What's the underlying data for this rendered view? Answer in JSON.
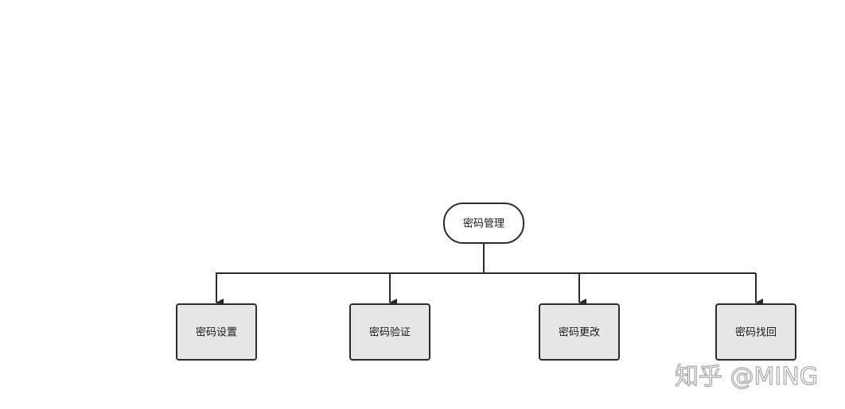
{
  "root": {
    "label": "密码管理"
  },
  "children": [
    {
      "label": "密码设置"
    },
    {
      "label": "密码验证"
    },
    {
      "label": "密码更改"
    },
    {
      "label": "密码找回"
    }
  ],
  "watermark": "知乎 @MING",
  "colors": {
    "stroke": "#2b2b2b",
    "root_fill": "#ffffff",
    "child_fill": "#e6e6e6",
    "background": "#ffffff"
  }
}
